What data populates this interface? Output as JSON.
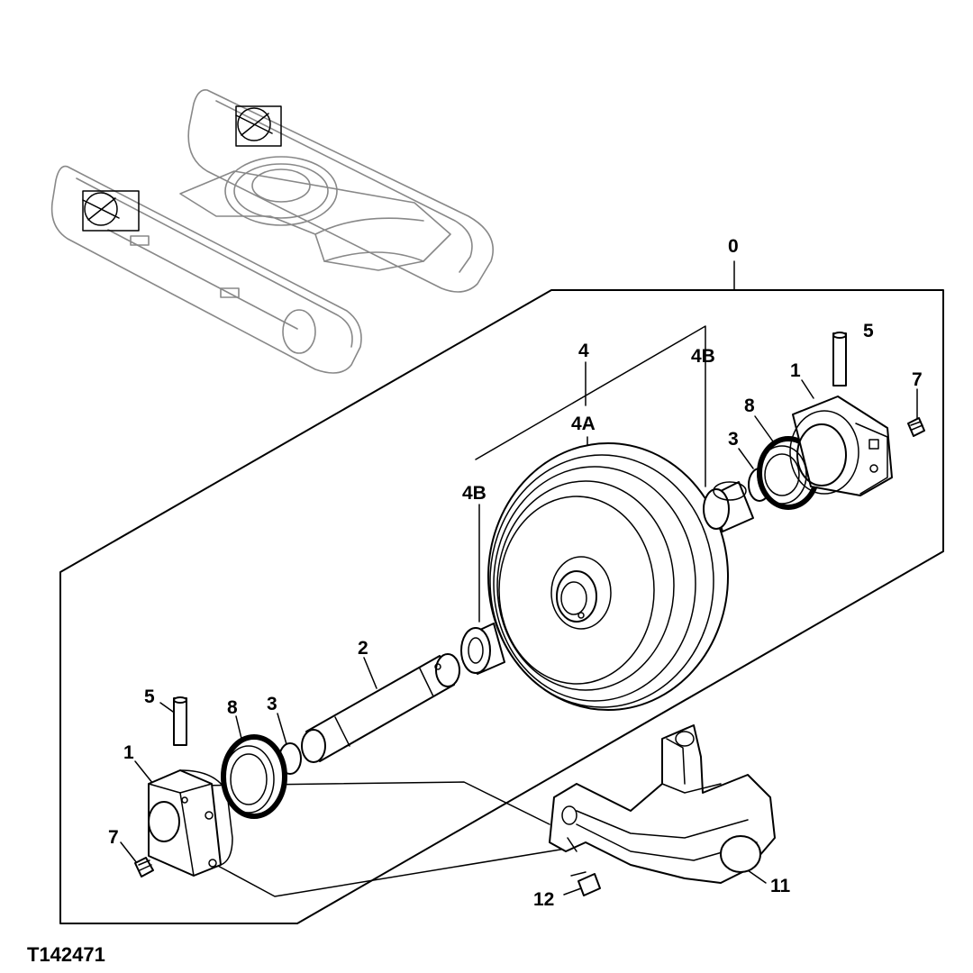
{
  "figure_id": "T142471",
  "callouts": {
    "c0": "0",
    "c1_right": "1",
    "c1_left": "1",
    "c2": "2",
    "c3_right": "3",
    "c3_left": "3",
    "c4": "4",
    "c4a": "4A",
    "c4b_right": "4B",
    "c4b_left": "4B",
    "c5_right": "5",
    "c5_left": "5",
    "c7_right": "7",
    "c7_left": "7",
    "c8_right": "8",
    "c8_left": "8",
    "c11": "11",
    "c12": "12"
  }
}
